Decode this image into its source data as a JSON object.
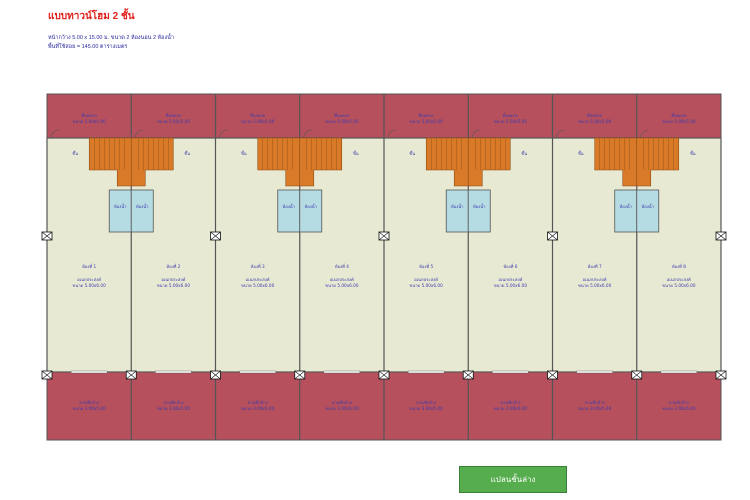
{
  "header": {
    "title": "แบบทาวน์โฮม 2 ชั้น",
    "line1": "หน้ากว้าง 5.00 x 15.00 ม. ขนาด 2 ห้องนอน 2 ห้องน้ำ",
    "line2": "พื้นที่ใช้สอย = 145.00 ตารางเมตร"
  },
  "plan": {
    "unit_count": 8,
    "colors": {
      "terrace": "#b5505c",
      "floor": "#e7e9d2",
      "stair": "#d97a28",
      "bath": "#b5dce2",
      "wall": "#555555",
      "label": "#3b3bb0"
    },
    "front_parking_label": "ที่จอดรถ",
    "front_parking_size": "ขนาด 5.00x5.00",
    "back_area_label": "ลานซักล้าง",
    "back_area_size": "ขนาด 3.00x5.00",
    "stair_label": "ขึ้น",
    "bath_label": "ห้องน้ำ",
    "multi_label": "อเนกประสงค์",
    "multi_size": "ขนาด 5.00x6.00",
    "rooms": [
      "ห้องที่ 1",
      "ห้องที่ 2",
      "ห้องที่ 3",
      "ห้องที่ 4",
      "ห้องที่ 5",
      "ห้องที่ 6",
      "ห้องที่ 7",
      "ห้องที่ 8"
    ]
  },
  "footer": {
    "button_label": "แปลนชั้นล่าง"
  }
}
